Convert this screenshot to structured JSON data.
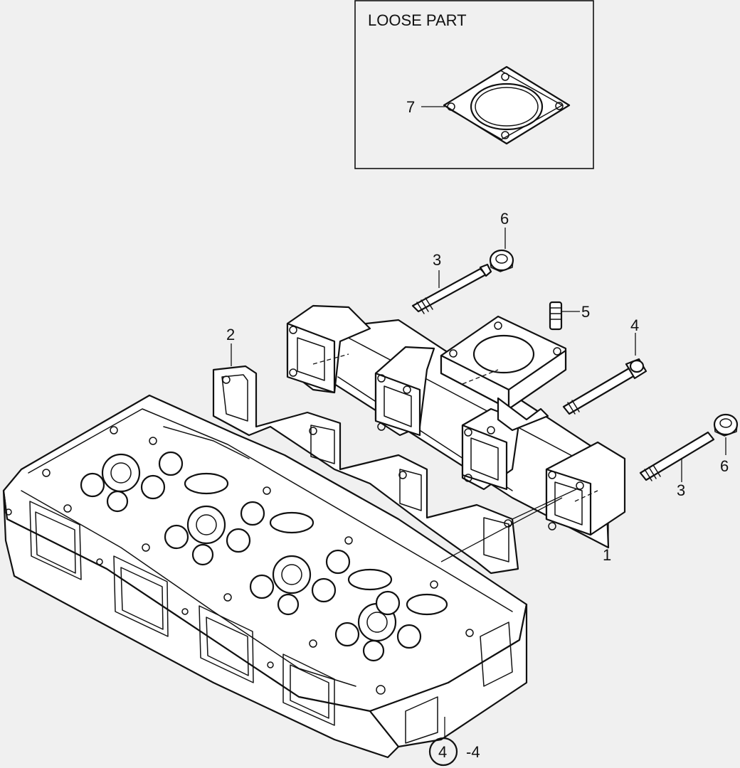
{
  "loose_part_box": {
    "title": "LOOSE PART",
    "callout": "7"
  },
  "callouts": {
    "manifold": "1",
    "gasket": "2",
    "bolt_top": "3",
    "bolt_right": "3",
    "long_bolt": "4",
    "stud": "5",
    "nut_top": "6",
    "nut_right": "6"
  },
  "reference": {
    "circle_label": "4",
    "suffix": "-4"
  },
  "colors": {
    "background": "#f0f0f0",
    "line": "#111111"
  }
}
